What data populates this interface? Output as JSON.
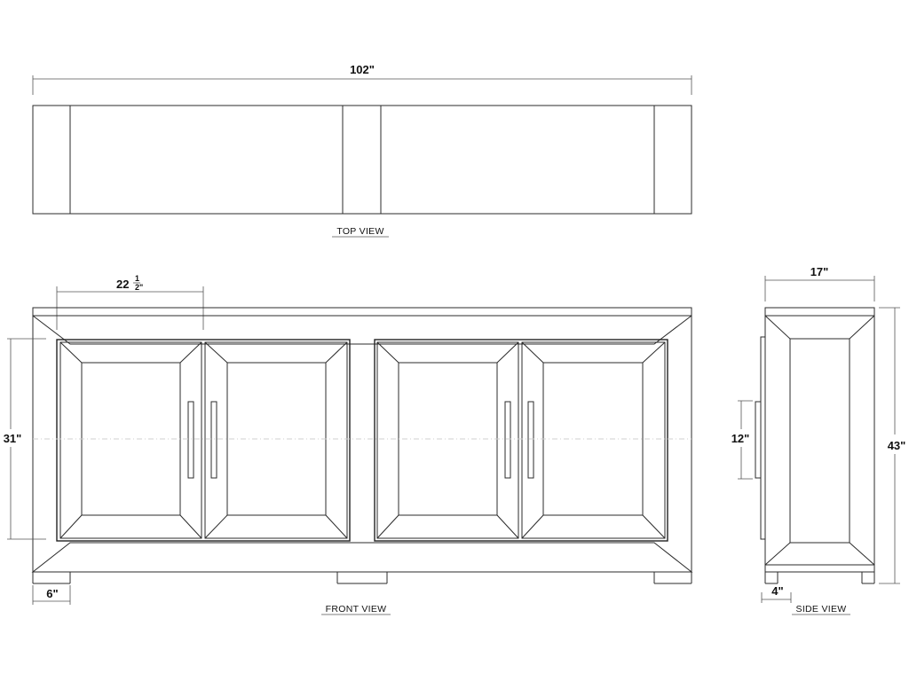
{
  "views": {
    "top": "TOP  VIEW",
    "front": "FRONT  VIEW",
    "side": "SIDE  VIEW"
  },
  "dimensions": {
    "overall_width": "102\"",
    "door_width_whole": "22",
    "door_width_frac_num": "1",
    "door_width_frac_den": "2\"",
    "door_height": "31\"",
    "leg_width": "6\"",
    "depth": "17\"",
    "handle_length": "12\"",
    "overall_height": "43\"",
    "side_leg": "4\""
  }
}
